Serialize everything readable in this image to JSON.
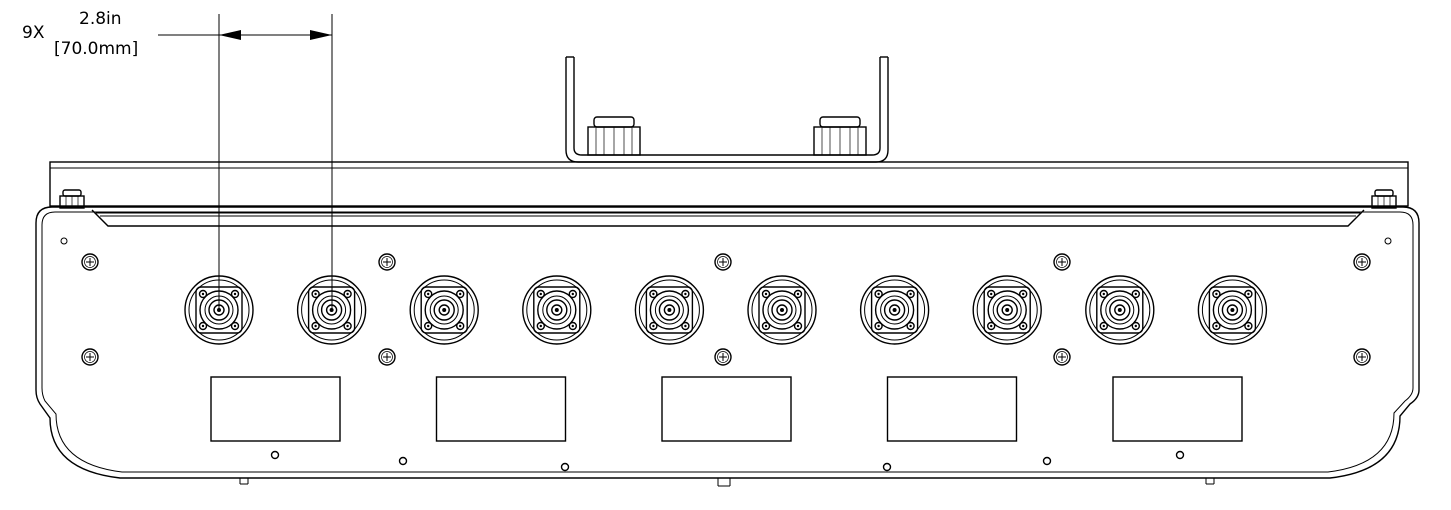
{
  "dimension": {
    "multiplier": "9X",
    "value_imperial": "2.8in",
    "value_metric": "[70.0mm]"
  },
  "drawing": {
    "connector_count": 10,
    "label_window_count": 5
  },
  "colors": {
    "line": "#000000",
    "background": "#ffffff"
  }
}
